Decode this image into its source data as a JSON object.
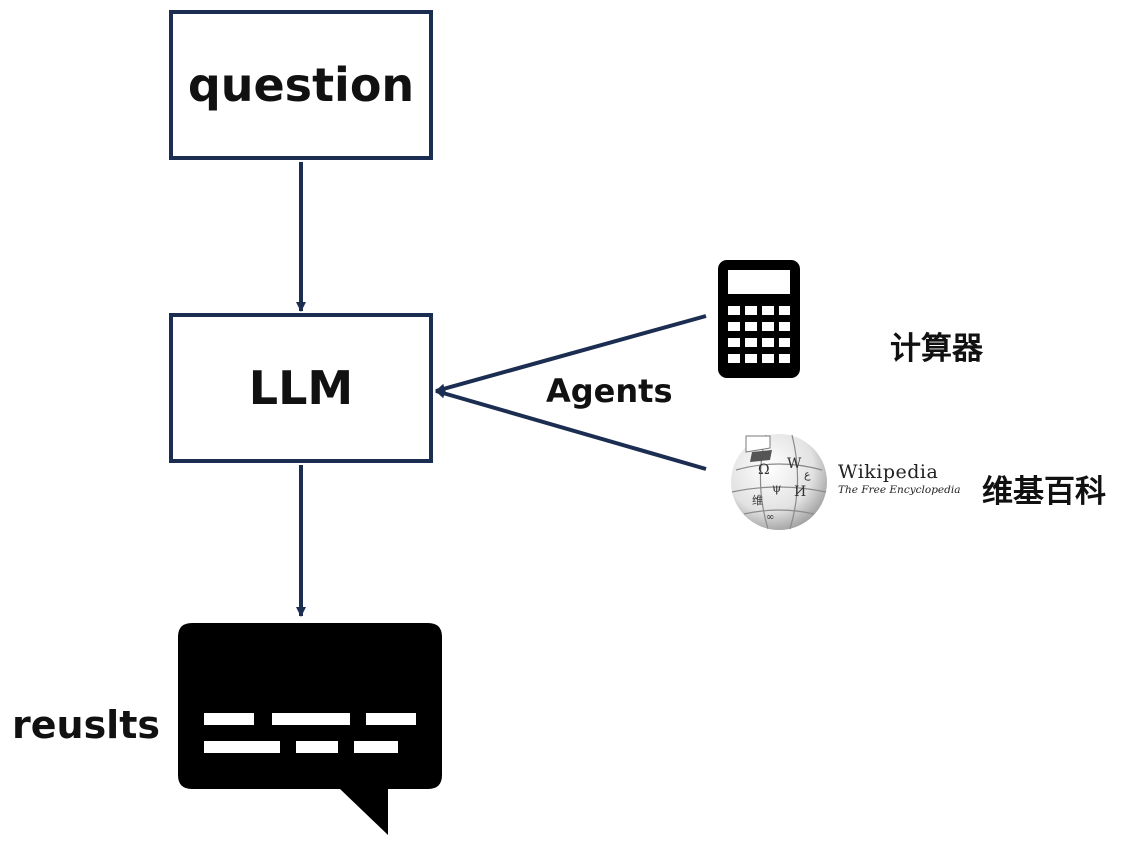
{
  "nodes": {
    "question": "question",
    "llm": "LLM"
  },
  "edge_labels": {
    "agents": "Agents"
  },
  "output": {
    "label": "reuslts"
  },
  "tools": {
    "calculator": {
      "label": "计算器",
      "icon": "calculator-icon"
    },
    "wikipedia": {
      "label": "维基百科",
      "icon": "wikipedia-globe-icon",
      "wordmark": "Wikipedia",
      "tagline": "The Free Encyclopedia"
    }
  },
  "colors": {
    "edge": "#1c2d52",
    "icon": "#000000"
  }
}
